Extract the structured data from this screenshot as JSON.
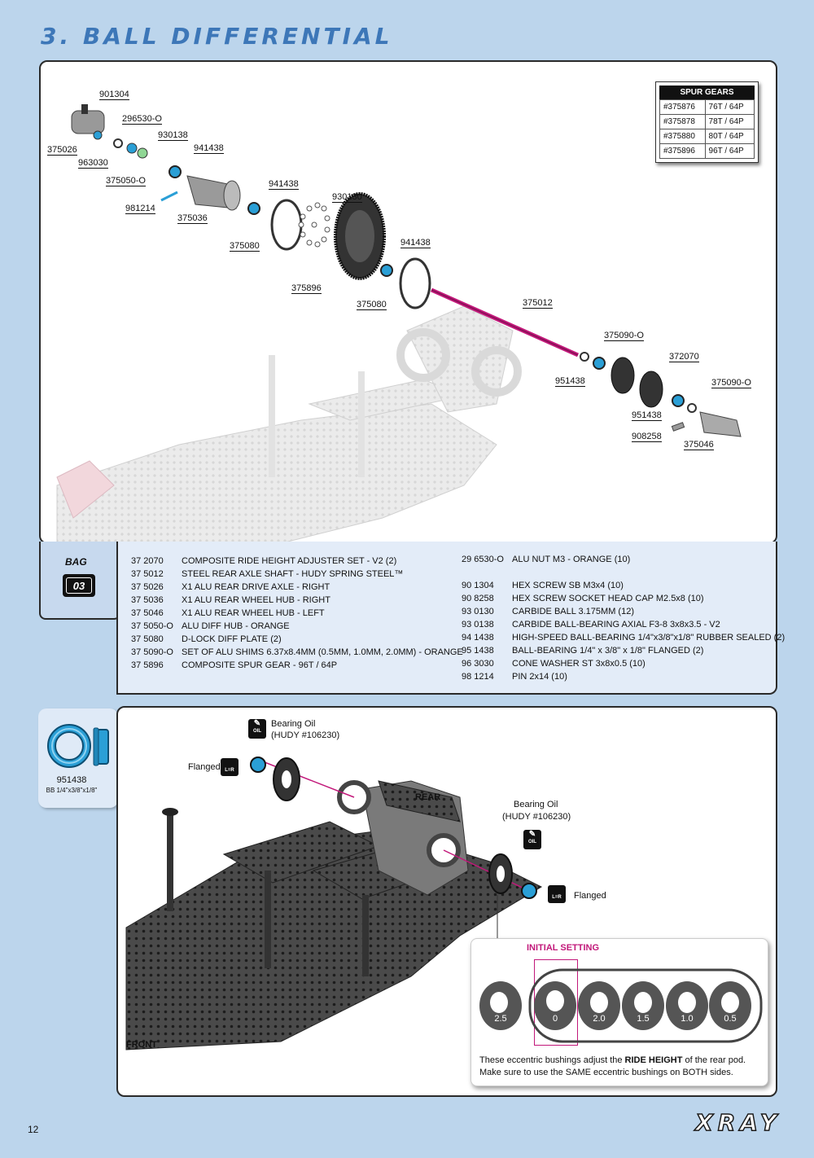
{
  "header": {
    "title": "3. BALL DIFFERENTIAL"
  },
  "diagram_labels": [
    {
      "id": "901304-a",
      "text": "901304"
    },
    {
      "id": "296530-o",
      "text": "296530-O"
    },
    {
      "id": "930138",
      "text": "930138"
    },
    {
      "id": "375026",
      "text": "375026"
    },
    {
      "id": "963030",
      "text": "963030"
    },
    {
      "id": "941438-a",
      "text": "941438"
    },
    {
      "id": "375050-o",
      "text": "375050-O"
    },
    {
      "id": "941438-b",
      "text": "941438"
    },
    {
      "id": "930130",
      "text": "930130"
    },
    {
      "id": "981214",
      "text": "981214"
    },
    {
      "id": "375036",
      "text": "375036"
    },
    {
      "id": "375080-a",
      "text": "375080"
    },
    {
      "id": "941438-c",
      "text": "941438"
    },
    {
      "id": "375896",
      "text": "375896"
    },
    {
      "id": "375080-b",
      "text": "375080"
    },
    {
      "id": "375012",
      "text": "375012"
    },
    {
      "id": "375090-o-a",
      "text": "375090-O"
    },
    {
      "id": "372070",
      "text": "372070"
    },
    {
      "id": "951438-a",
      "text": "951438"
    },
    {
      "id": "375090-o-b",
      "text": "375090-O"
    },
    {
      "id": "951438-b",
      "text": "951438"
    },
    {
      "id": "908258",
      "text": "908258"
    },
    {
      "id": "375046",
      "text": "375046"
    }
  ],
  "spur_gears": {
    "title": "SPUR GEARS",
    "rows": [
      {
        "part": "#375876",
        "spec": "76T / 64P"
      },
      {
        "part": "#375878",
        "spec": "78T / 64P"
      },
      {
        "part": "#375880",
        "spec": "80T / 64P"
      },
      {
        "part": "#375896",
        "spec": "96T / 64P"
      }
    ]
  },
  "bag": {
    "label": "BAG",
    "number": "03"
  },
  "parts_left": [
    {
      "code": "37 2070",
      "desc": "COMPOSITE RIDE HEIGHT ADJUSTER SET - V2 (2)"
    },
    {
      "code": "37 5012",
      "desc": "STEEL REAR AXLE SHAFT - HUDY SPRING STEEL™"
    },
    {
      "code": "37 5026",
      "desc": "X1 ALU REAR DRIVE AXLE - RIGHT"
    },
    {
      "code": "37 5036",
      "desc": "X1 ALU REAR WHEEL HUB - RIGHT"
    },
    {
      "code": "37 5046",
      "desc": "X1 ALU REAR WHEEL HUB - LEFT"
    },
    {
      "code": "37 5050-O",
      "desc": "ALU DIFF HUB - ORANGE"
    },
    {
      "code": "37 5080",
      "desc": "D-LOCK DIFF PLATE (2)"
    },
    {
      "code": "37 5090-O",
      "desc": "SET OF ALU SHIMS 6.37x8.4MM (0.5MM, 1.0MM, 2.0MM) - ORANGE"
    },
    {
      "code": "37 5896",
      "desc": "COMPOSITE SPUR GEAR - 96T / 64P"
    }
  ],
  "parts_right": [
    {
      "code": "29 6530-O",
      "desc": "ALU NUT M3 - ORANGE (10)"
    },
    {
      "code": "",
      "desc": ""
    },
    {
      "code": "90 1304",
      "desc": "HEX SCREW SB M3x4  (10)"
    },
    {
      "code": "90 8258",
      "desc": "HEX SCREW SOCKET HEAD CAP M2.5x8  (10)"
    },
    {
      "code": "93 0130",
      "desc": "CARBIDE BALL 3.175MM  (12)"
    },
    {
      "code": "93 0138",
      "desc": "CARBIDE BALL-BEARING AXIAL F3-8 3x8x3.5 - V2"
    },
    {
      "code": "94 1438",
      "desc": "HIGH-SPEED BALL-BEARING 1/4\"x3/8\"x1/8\"  RUBBER SEALED (2)"
    },
    {
      "code": "95 1438",
      "desc": "BALL-BEARING 1/4\" x 3/8\" x 1/8\" FLANGED  (2)"
    },
    {
      "code": "96 3030",
      "desc": "CONE WASHER ST 3x8x0.5  (10)"
    },
    {
      "code": "98 1214",
      "desc": "PIN 2x14  (10)"
    }
  ],
  "bearing_callout": {
    "part": "951438",
    "desc": "BB 1/4\"x3/8\"x1/8\""
  },
  "assembly": {
    "oil_left_1": "Bearing Oil",
    "oil_left_2": "(HUDY #106230)",
    "oil_right_1": "Bearing Oil",
    "oil_right_2": "(HUDY #106230)",
    "flanged_left": "Flanged",
    "flanged_right": "Flanged",
    "oil_icon": "OIL",
    "lr_icon": "L=R",
    "rear": "REAR",
    "front": "FRONT"
  },
  "initial_setting": {
    "title": "INITIAL SETTING",
    "bushings": [
      "2.5",
      "0",
      "2.0",
      "1.5",
      "1.0",
      "0.5"
    ],
    "note_pre1": "These eccentric bushings adjust the ",
    "note_bold": "RIDE HEIGHT",
    "note_post1": " of the rear pod.",
    "note2": "Make sure to use the SAME eccentric bushings on BOTH sides."
  },
  "footer": {
    "page": "12",
    "brand": "XRAY"
  },
  "colors": {
    "title_blue": "#3d77b8",
    "accent_magenta": "#c2187a",
    "bearing_blue": "#2a9fd6",
    "background": "#bcd5ec"
  }
}
